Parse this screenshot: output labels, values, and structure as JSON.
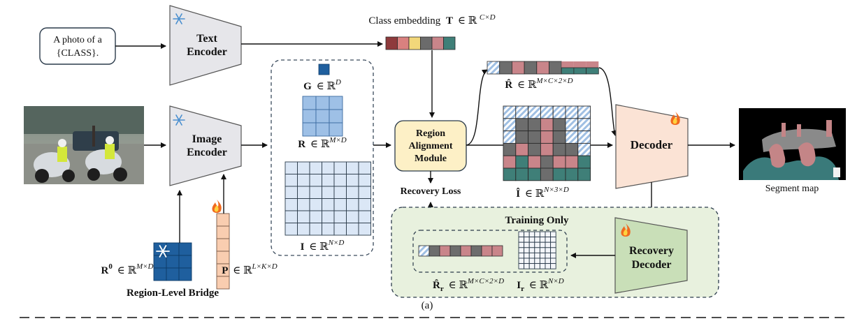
{
  "prompt_box": {
    "line1": "A photo of a",
    "line2": "{CLASS}."
  },
  "text_encoder": {
    "line1": "Text",
    "line2": "Encoder"
  },
  "image_encoder": {
    "line1": "Image",
    "line2": "Encoder"
  },
  "class_embedding": {
    "label": "Class embedding",
    "symbol": "T",
    "space": "∈ ℝ",
    "sup": "C×D"
  },
  "g_label": {
    "symbol": "G",
    "space": "∈ ℝ",
    "sup": "D"
  },
  "r_label": {
    "symbol": "R",
    "space": "∈ ℝ",
    "sup": "M×D"
  },
  "i_label": {
    "symbol": "I",
    "space": "∈ ℝ",
    "sup": "N×D"
  },
  "r0_label": {
    "symbol": "R",
    "sup0": "0",
    "space": "∈ ℝ",
    "sup": "M×D"
  },
  "p_label": {
    "symbol": "P",
    "space": "∈ ℝ",
    "sup": "L×K×D"
  },
  "bridge_label": "Region-Level Bridge",
  "ram": {
    "line1": "Region",
    "line2": "Alignment",
    "line3": "Module"
  },
  "recovery_loss": "Recovery Loss",
  "rhat_label": {
    "symbol": "R̂",
    "space": "∈ ℝ",
    "sup": "M×C×2×D"
  },
  "ihat_label": {
    "symbol": "Î",
    "space": "∈ ℝ",
    "sup": "N×3×D"
  },
  "decoder": "Decoder",
  "segment_map": "Segment map",
  "training_only": "Training Only",
  "recovery_decoder": {
    "line1": "Recovery",
    "line2": "Decoder"
  },
  "rr_label": {
    "symbol": "R̂",
    "sub": "r",
    "space": "∈ ℝ",
    "sup": "M×C×2×D"
  },
  "ir_label": {
    "symbol": "I",
    "sub": "r",
    "space": "∈ ℝ",
    "sup": "N×D"
  },
  "caption": "(a)",
  "icons": {
    "frozen": "snowflake-icon",
    "trainable": "flame-icon"
  },
  "colors": {
    "encoder_fill": "#e6e6ea",
    "ram_fill": "#fdf0c6",
    "decoder_fill": "#fbe3d5",
    "recovery_fill": "#c9dfb8",
    "training_bg": "#e8f1de",
    "blue_dark": "#1f5f9e",
    "blue_mid": "#9ec0e6",
    "blue_light": "#dbe7f6",
    "peach": "#f9cdb0",
    "gray_cell": "#6d6d6d",
    "pink_cell": "#c9858a",
    "teal_cell": "#3f7f78"
  }
}
